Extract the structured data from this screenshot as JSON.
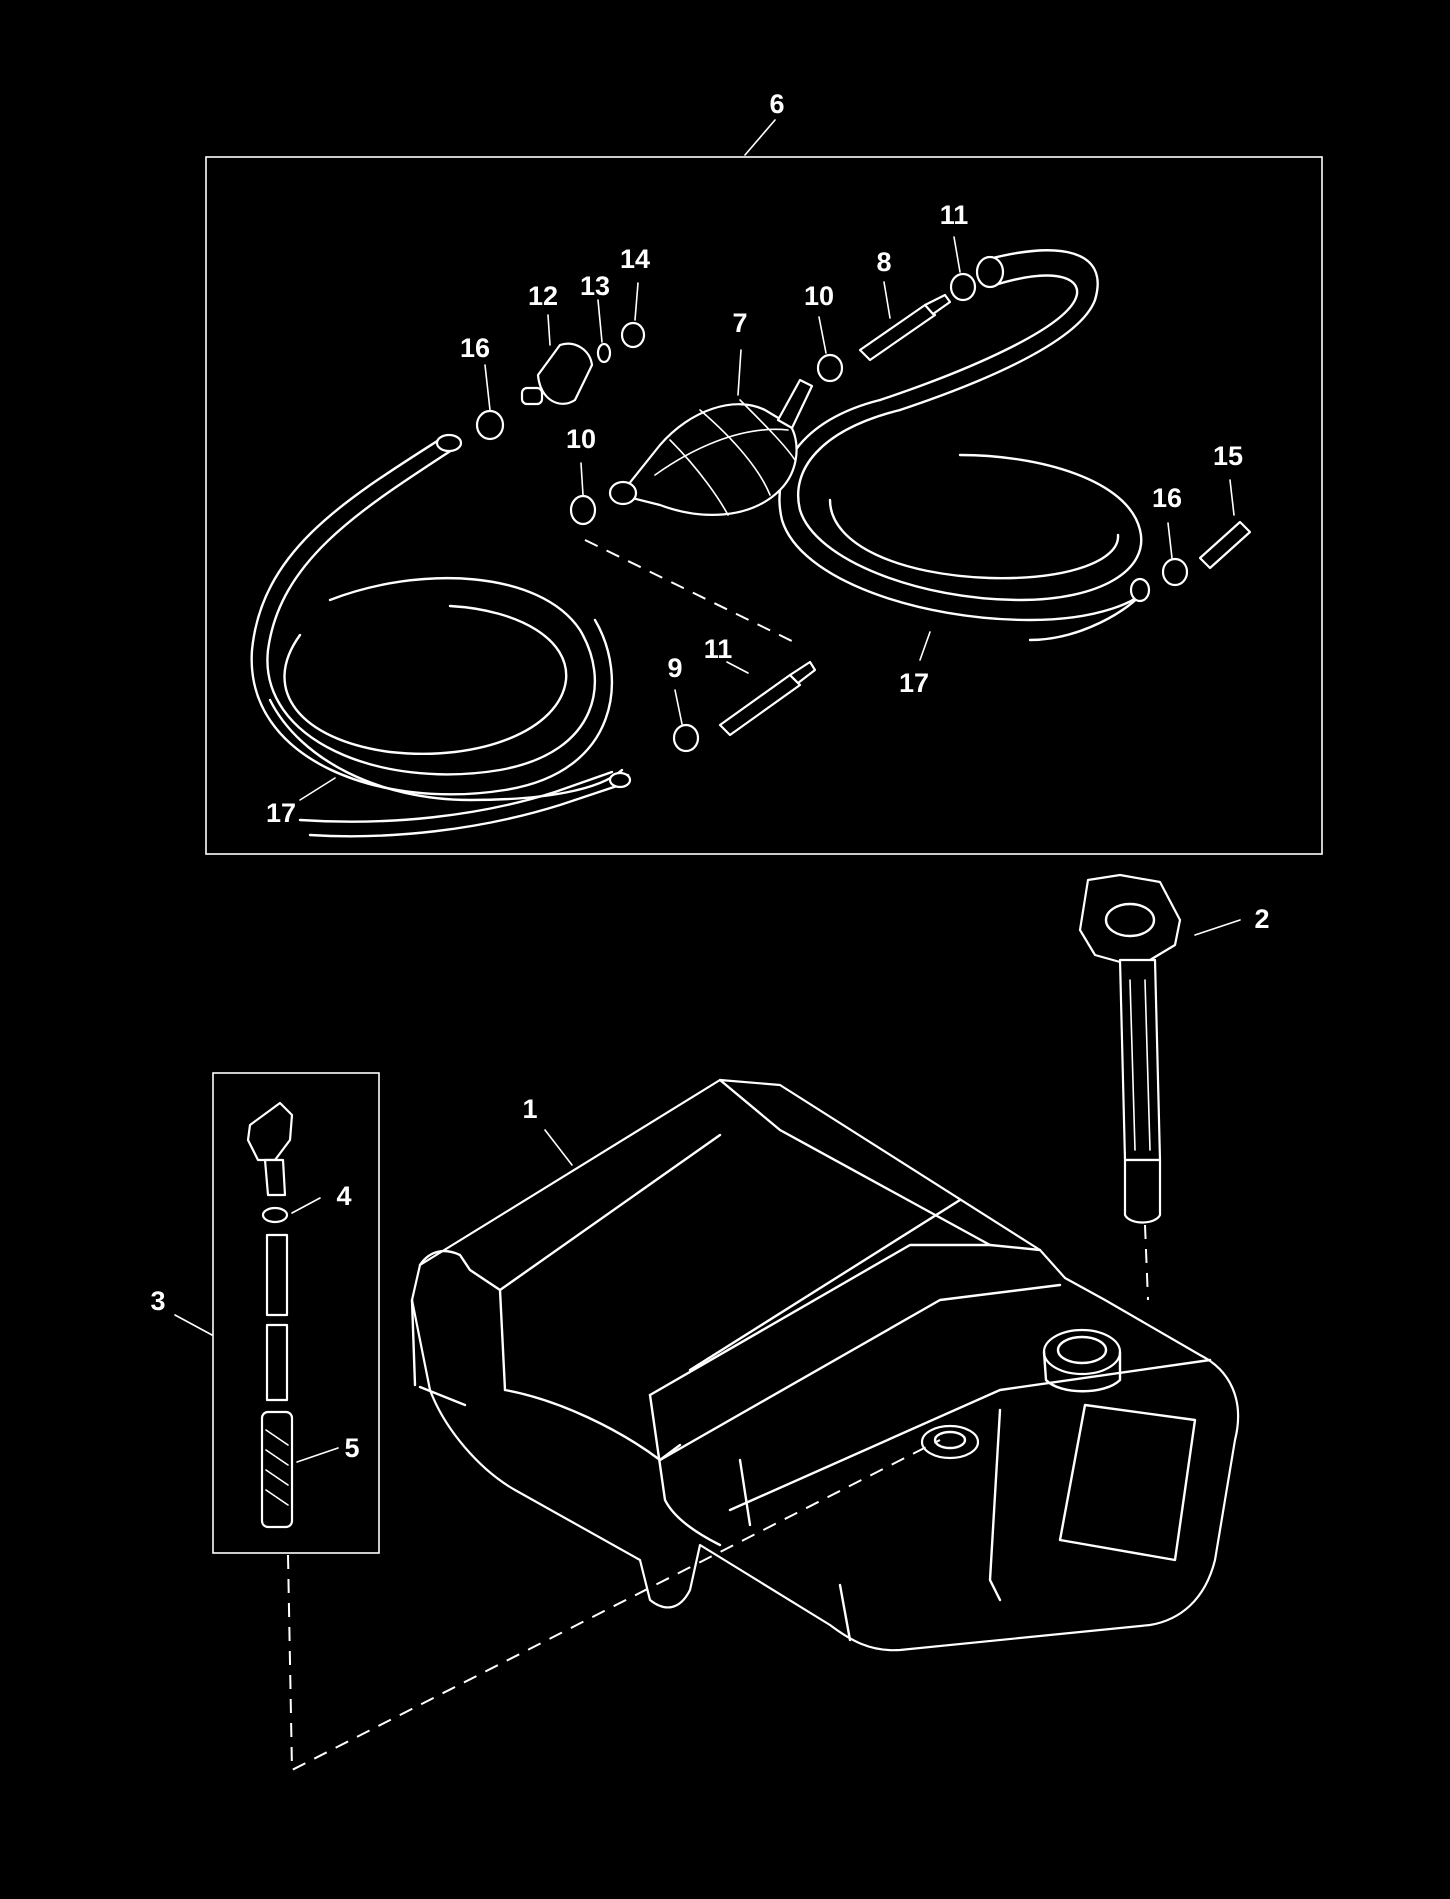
{
  "diagram": {
    "callouts": {
      "c1": "1",
      "c2": "2",
      "c3": "3",
      "c4": "4",
      "c5": "5",
      "c6": "6",
      "c7": "7",
      "c8": "8",
      "c9": "9",
      "c10a": "10",
      "c10b": "10",
      "c11a": "11",
      "c11b": "11",
      "c12": "12",
      "c13": "13",
      "c14": "14",
      "c15": "15",
      "c16a": "16",
      "c16b": "16",
      "c17a": "17",
      "c17b": "17"
    }
  }
}
